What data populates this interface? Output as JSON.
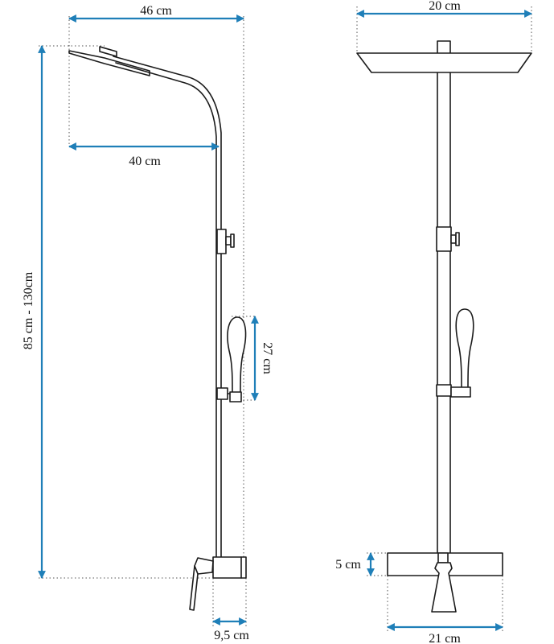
{
  "colors": {
    "dimension_arrow": "#1f7fb8",
    "outline": "#1a1a1a",
    "background": "#ffffff"
  },
  "side_view": {
    "dims": {
      "top_reach": "46 cm",
      "arm_reach": "40 cm",
      "height_range": "85 cm - 130cm",
      "handle_length": "27 cm",
      "mixer_depth": "9,5 cm"
    }
  },
  "front_view": {
    "dims": {
      "head_width": "20 cm",
      "mixer_height": "5 cm",
      "mixer_width": "21 cm"
    }
  }
}
